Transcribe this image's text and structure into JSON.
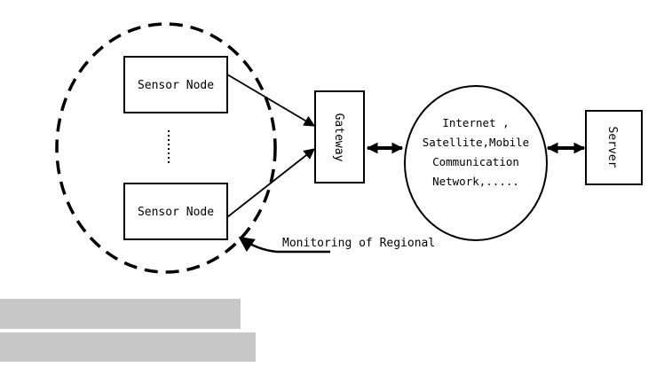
{
  "diagram": {
    "sensor_node_top": "Sensor Node",
    "sensor_node_bottom": "Sensor Node",
    "gateway": "Gateway",
    "network_lines": [
      "Internet ,",
      "Satellite,Mobile",
      "Communication",
      "Network,....."
    ],
    "server": "Server",
    "region_caption": "Monitoring of Regional"
  },
  "colors": {
    "line": "#000000",
    "background": "#ffffff",
    "bar": "#c8c8c8"
  }
}
